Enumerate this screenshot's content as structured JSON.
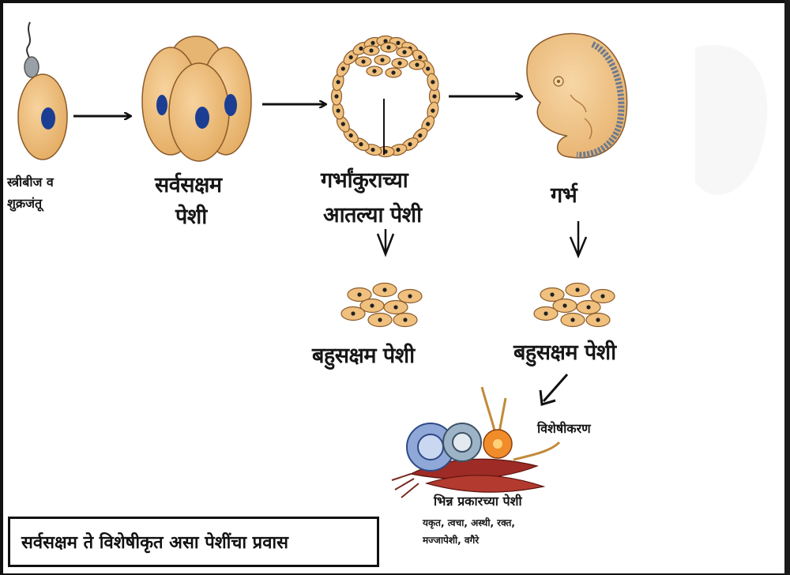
{
  "labels": {
    "egg_sperm_line1": "स्त्रीबीज व",
    "egg_sperm_line2": "शुक्रजंतू",
    "totipotent_line1": "सर्वसक्षम",
    "totipotent_line2": "पेशी",
    "blastocyst_line1": "गर्भांकुराच्या",
    "blastocyst_line2": "आतल्या पेशी",
    "embryo": "गर्भ",
    "pluripotent_left": "बहुसक्षम पेशी",
    "pluripotent_right": "बहुसक्षम पेशी",
    "specialization": "विशेषीकरण",
    "different_cells": "भिन्न प्रकारच्या पेशी",
    "examples_line1": "यकृत, त्वचा, अस्थी, रक्त,",
    "examples_line2": "मज्जापेशी, वगैरे"
  },
  "caption": "सर्वसक्षम ते विशेषीकृत असा पेशींचा प्रवास",
  "colors": {
    "cell_fill": "#F0C07E",
    "cell_outline": "#8A5A2A",
    "nucleus": "#1B3E93",
    "arrow": "#111111"
  }
}
